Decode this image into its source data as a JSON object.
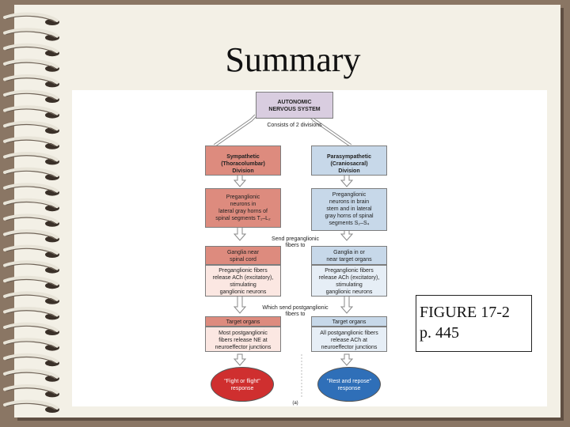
{
  "title": "Summary",
  "caption": {
    "line1": "FIGURE 17-2",
    "line2": "p. 445"
  },
  "diagram": {
    "top": {
      "line1": "AUTONOMIC",
      "line2": "NERVOUS SYSTEM"
    },
    "split_label": "Consists of 2 divisions",
    "sympathetic": {
      "division": [
        "Sympathetic",
        "(Thoracolumbar)",
        "Division"
      ],
      "preganglionic": [
        "Preganglionic",
        "neurons in",
        "lateral gray horns of",
        "spinal segments T₁–L₂"
      ],
      "ganglia": [
        "Ganglia near",
        "spinal cord"
      ],
      "ganglionic": [
        "Preganglionic fibers",
        "release ACh (excitatory),",
        "stimulating",
        "ganglionic neurons"
      ],
      "targets": "Target organs",
      "post": [
        "Most postganglionic",
        "fibers release NE at",
        "neuroeffector junctions"
      ],
      "response": [
        "\"Fight or flight\"",
        "response"
      ]
    },
    "parasympathetic": {
      "division": [
        "Parasympathetic",
        "(Craniosacral)",
        "Division"
      ],
      "preganglionic": [
        "Preganglionic",
        "neurons in brain",
        "stem and in lateral",
        "gray horns of spinal",
        "segments S₂–S₄"
      ],
      "ganglia": [
        "Ganglia in or",
        "near target organs"
      ],
      "ganglionic": [
        "Preganglionic fibers",
        "release ACh (excitatory),",
        "stimulating",
        "ganglionic neurons"
      ],
      "targets": "Target organs",
      "post": [
        "All postganglionic fibers",
        "release ACh at",
        "neuroeffector junctions"
      ],
      "response": [
        "\"Rest and repose\"",
        "response"
      ]
    },
    "mid_label_1": [
      "Send preganglionic",
      "fibers to"
    ],
    "mid_label_2": [
      "Which send postganglionic",
      "fibers to"
    ],
    "panel_letter": "(a)",
    "colors": {
      "sympathetic": "#dd8b7e",
      "parasympathetic": "#c7d8e9",
      "autonomic": "#d9cde0",
      "fight_oval": "#cf2f2f",
      "rest_oval": "#2f6fb8"
    }
  }
}
